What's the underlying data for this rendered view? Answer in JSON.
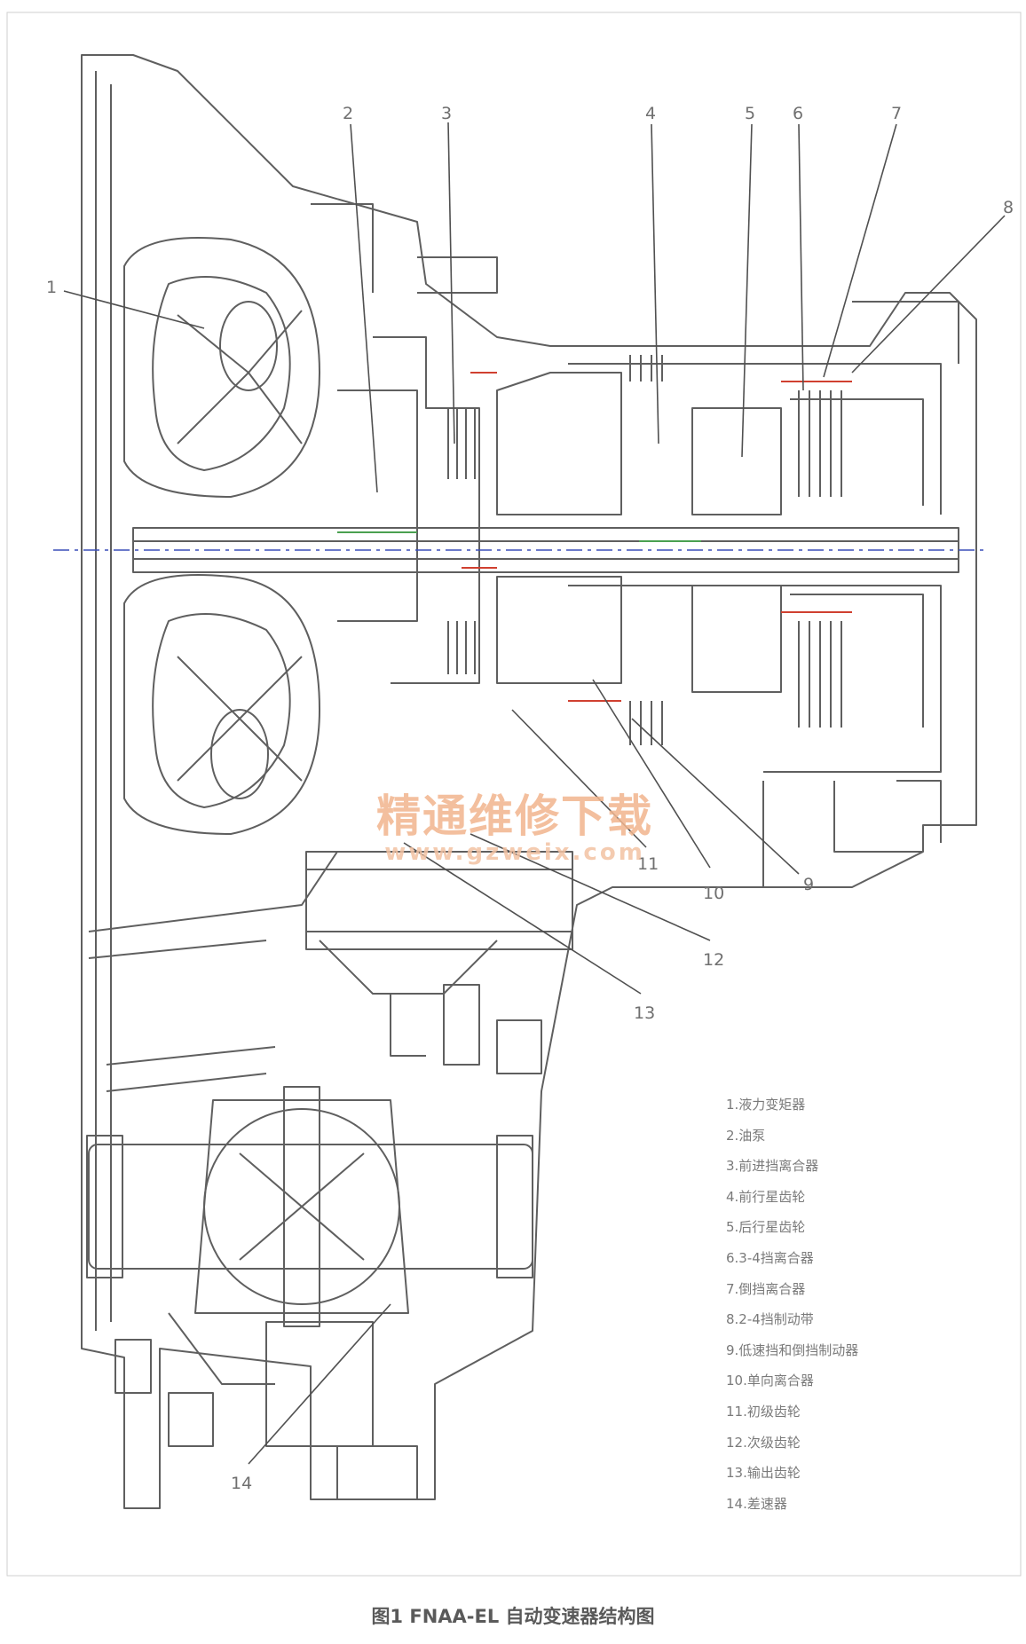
{
  "callouts": [
    "1",
    "2",
    "3",
    "4",
    "5",
    "6",
    "7",
    "8",
    "9",
    "10",
    "11",
    "12",
    "13",
    "14"
  ],
  "legend": [
    "1.液力变矩器",
    "2.油泵",
    "3.前进挡离合器",
    "4.前行星齿轮",
    "5.后行星齿轮",
    "6.3-4挡离合器",
    "7.倒挡离合器",
    "8.2-4挡制动带",
    "9.低速挡和倒挡制动器",
    "10.单向离合器",
    "11.初级齿轮",
    "12.次级齿轮",
    "13.输出齿轮",
    "14.差速器"
  ],
  "watermark": {
    "title": "精通维修下载",
    "url": "www.gzweix.com"
  },
  "caption": "图1 FNAA-EL 自动变速器结构图",
  "colors": {
    "line": "#5a5a5a",
    "axis": "#3a4fb8",
    "accent_red": "#d04030",
    "accent_green": "#4aa050",
    "watermark": "#f2b58e"
  }
}
